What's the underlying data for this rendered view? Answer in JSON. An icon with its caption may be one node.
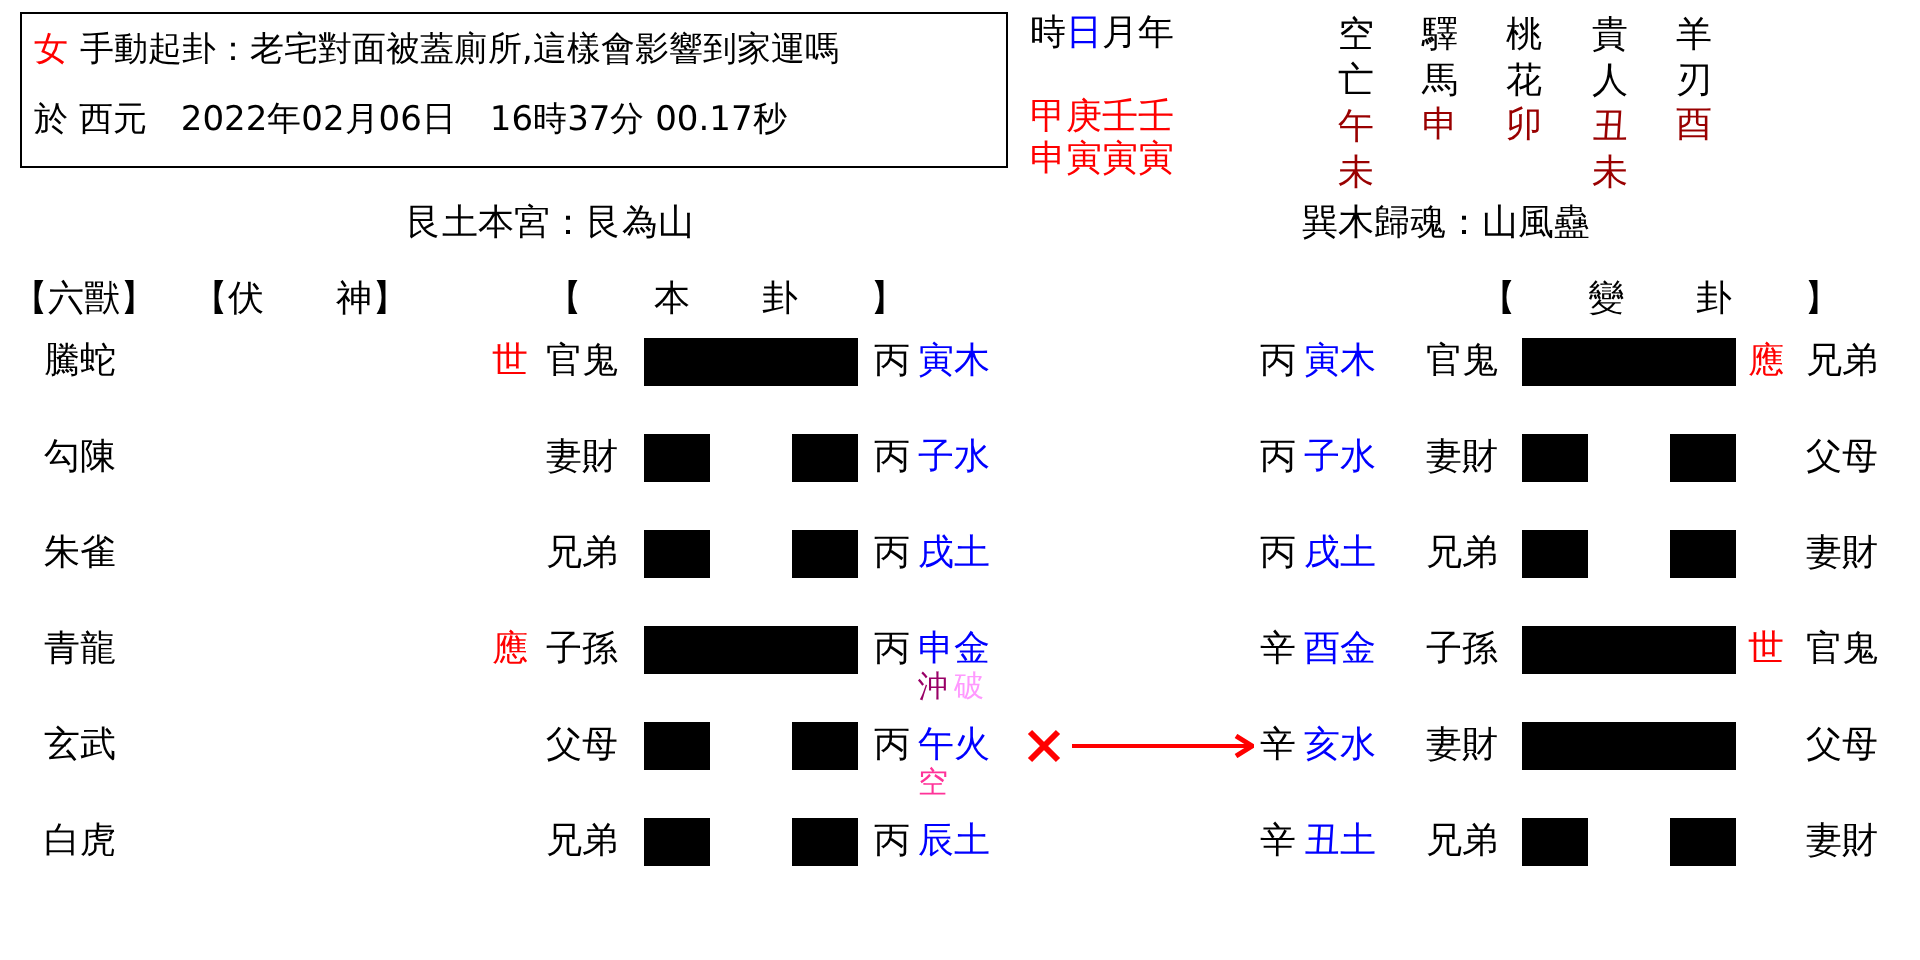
{
  "diagram": {
    "nodes": [
      {
        "text": [
          "女",
          "手動起卦：老宅對面被蓋廁所,這樣會影響到家運嗎",
          "於 西元　2022年02月06日　16時37分 00.17秒"
        ]
      },
      {
        "text": [],
        "shape": "cross"
      },
      {
        "text": [
          "辛",
          "亥水"
        ]
      }
    ],
    "edges": [
      {
        "from": 1,
        "to": 2,
        "arrow": "to"
      }
    ],
    "labels": [
      "時",
      "日",
      "月年",
      "空亡",
      "驛馬",
      "桃花",
      "貴人",
      "羊刃",
      "甲庚壬壬",
      "午未",
      "申",
      "卯",
      "丑未",
      "酉",
      "申寅寅寅",
      "艮土本宮：艮為山",
      "巽木歸魂：山風蠱",
      "【六獸】",
      "【伏　　神】",
      "【　　本　　卦　　】",
      "【　　變　　卦　　】",
      "騰蛇",
      "世",
      "官鬼",
      "丙",
      "寅木",
      "丙",
      "寅木",
      "官鬼",
      "應",
      "兄弟",
      "勾陳",
      "妻財",
      "丙",
      "子水",
      "丙",
      "子水",
      "妻財",
      "父母",
      "朱雀",
      "兄弟",
      "丙",
      "戌土",
      "丙",
      "戌土",
      "兄弟",
      "妻財",
      "青龍",
      "應",
      "子孫",
      "丙",
      "申金",
      "沖",
      "破",
      "辛",
      "酉金",
      "子孫",
      "世",
      "官鬼",
      "玄武",
      "父母",
      "丙",
      "午火",
      "空",
      "妻財",
      "父母",
      "白虎",
      "兄弟",
      "丙",
      "辰土",
      "辛",
      "丑土",
      "兄弟",
      "妻財"
    ]
  }
}
